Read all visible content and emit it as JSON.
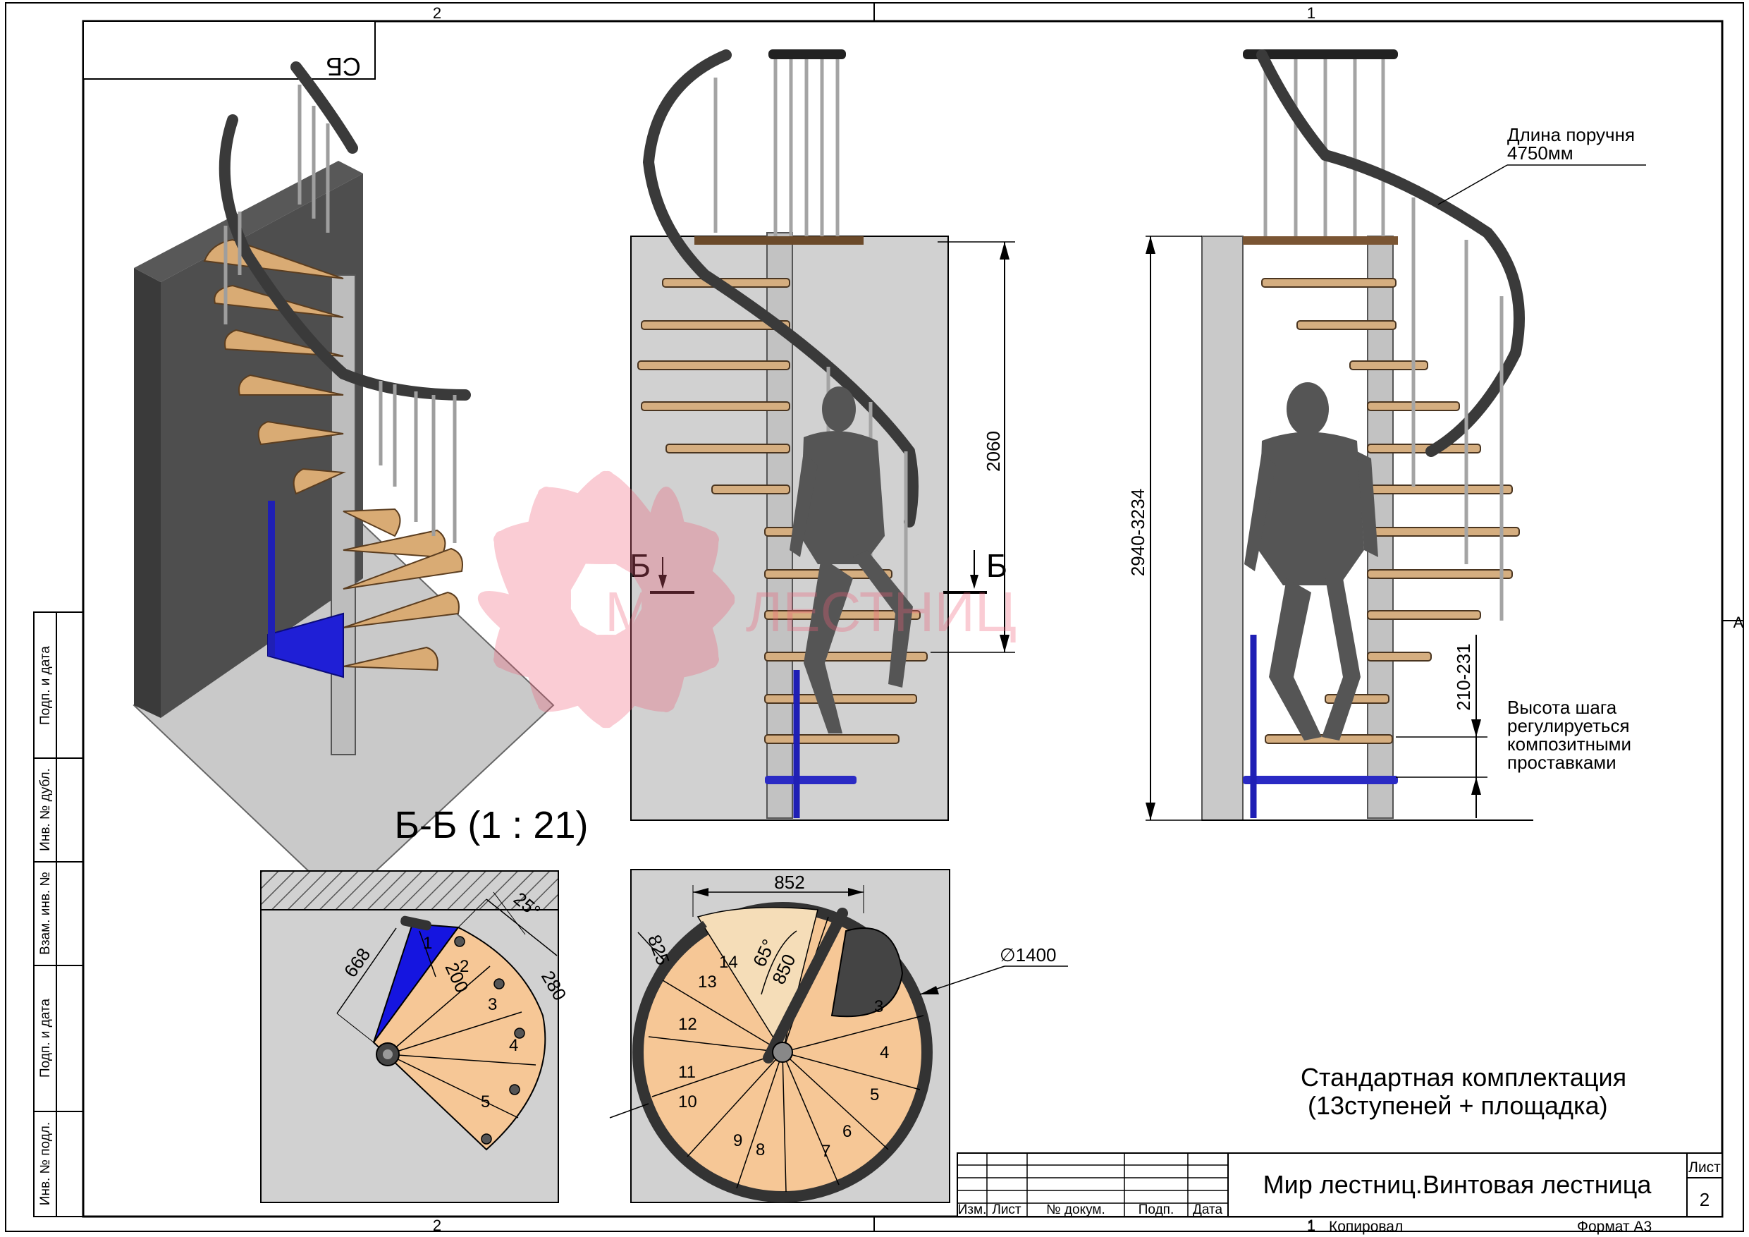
{
  "frame": {
    "zone_top_left": "2",
    "zone_top_right": "1",
    "zone_bottom_left": "2",
    "zone_bottom_right": "1",
    "zone_side": "A",
    "corner_mark": "СБ"
  },
  "side_stamp": {
    "cells": [
      "Подп. и дата",
      "Инв. № дубл.",
      "Взам. инв. №",
      "Подп. и дата",
      "Инв. № подл."
    ]
  },
  "section_title": "Б-Б (1 : 21)",
  "front_view": {
    "height_dim": "2060",
    "section_mark_left": "Б",
    "section_mark_right": "Б"
  },
  "side_view": {
    "total_height": "2940-3234",
    "step_height": "210-231",
    "handrail_note_1": "Длина поручня",
    "handrail_note_2": "4750мм",
    "step_note_1": "Высота шага",
    "step_note_2": "регулируеться",
    "step_note_3": "композитными",
    "step_note_4": "проставками"
  },
  "plan_left": {
    "dim_668": "668",
    "dim_200": "200",
    "dim_280": "280",
    "angle_25": "25°",
    "steps": [
      "1",
      "2",
      "3",
      "4",
      "5"
    ]
  },
  "plan_right": {
    "dim_852": "852",
    "dim_825": "825",
    "dim_850": "850",
    "angle_65": "65°",
    "diameter": "∅1400",
    "steps": [
      "3",
      "4",
      "5",
      "6",
      "7",
      "8",
      "9",
      "10",
      "11",
      "12",
      "13",
      "14"
    ]
  },
  "watermark": "МИР ЛЕСТНИЦ",
  "notes": {
    "line_1": "Стандартная комплектация",
    "line_2": "(13ступеней + площадка)"
  },
  "title_block": {
    "title": "Мир лестниц.Винтовая лестница",
    "headers": [
      "Изм.",
      "Лист",
      "№ докум.",
      "Подп.",
      "Дата"
    ],
    "sheet_label": "Лист",
    "sheet_number": "2",
    "copied_label": "Копировал",
    "format_label": "Формат А3"
  }
}
